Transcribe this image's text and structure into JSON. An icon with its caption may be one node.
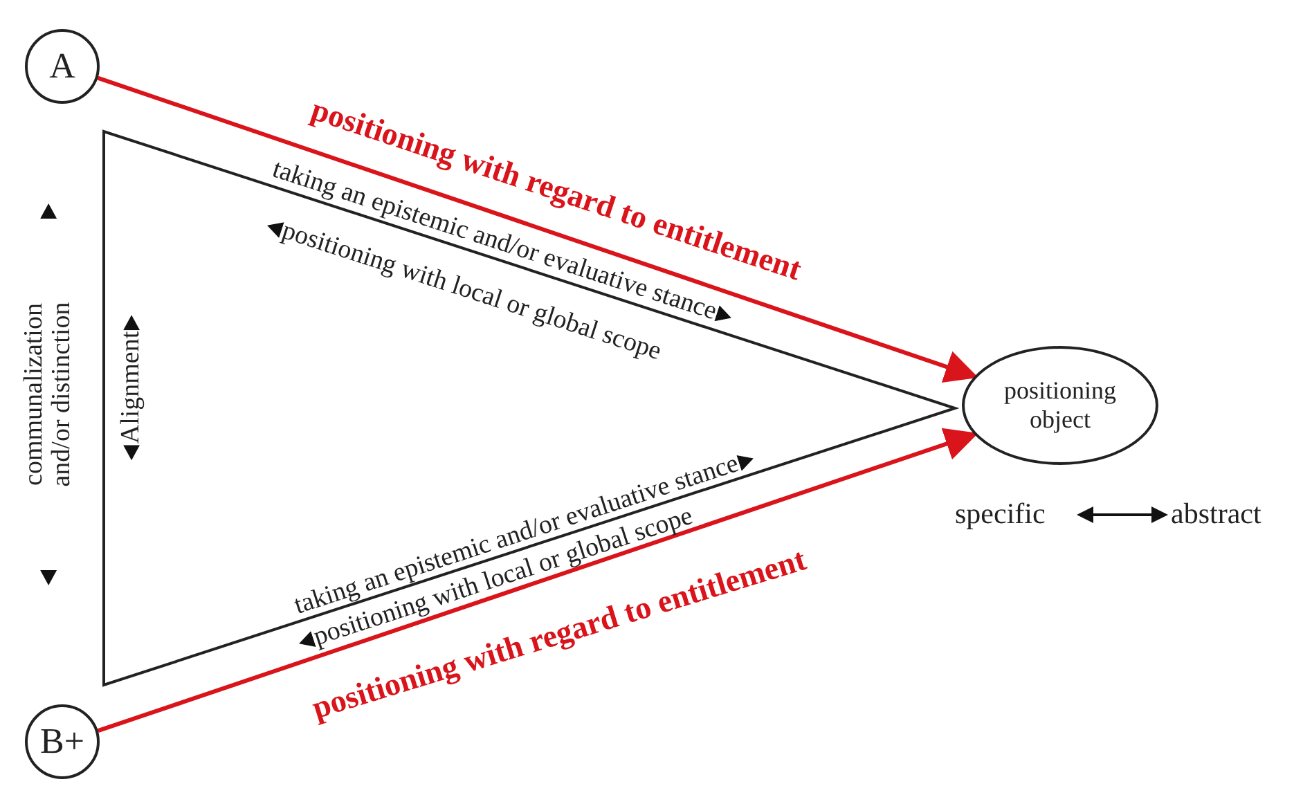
{
  "diagram": {
    "nodes": [
      {
        "text": [
          "A"
        ]
      },
      {
        "text": [
          "B+"
        ]
      },
      {
        "text": [
          "positioning object"
        ]
      }
    ],
    "edges": [
      {
        "from": 0,
        "to": 2,
        "arrow": "to",
        "label": "positioning with regard to entitlement",
        "color": "#d9141b"
      },
      {
        "from": 1,
        "to": 2,
        "arrow": "to",
        "label": "positioning with regard to entitlement",
        "color": "#d9141b"
      }
    ],
    "labels": [
      "taking an epistemic and/or evaluative stance",
      "positioning with local or global scope",
      "communalization and/or distinction",
      "Alignment",
      "taking an epistemic and/or evaluative stance",
      "positioning with local or global scope",
      "specific",
      "abstract"
    ]
  }
}
